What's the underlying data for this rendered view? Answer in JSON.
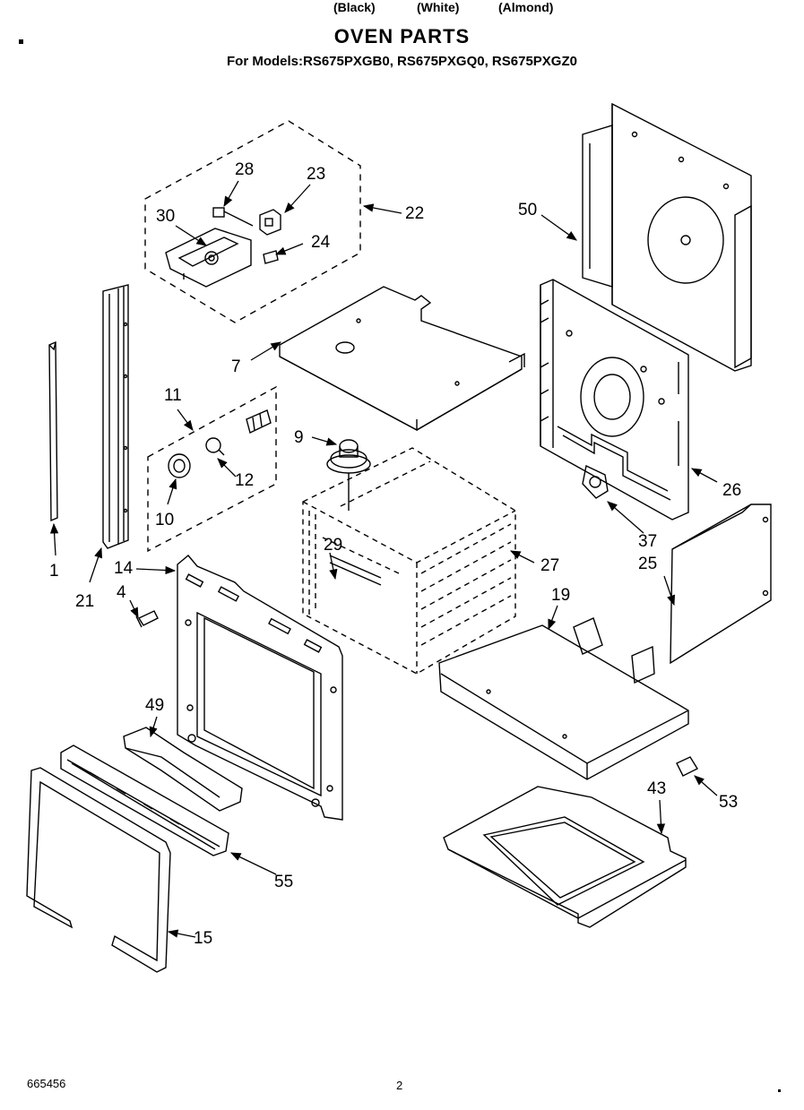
{
  "header": {
    "title": "OVEN PARTS",
    "models": "For Models:RS675PXGB0, RS675PXGQ0, RS675PXGZ0",
    "color_black": "(Black)",
    "color_white": "(White)",
    "color_almond": "(Almond)"
  },
  "callouts": {
    "c1": "1",
    "c4": "4",
    "c7": "7",
    "c9": "9",
    "c10": "10",
    "c11": "11",
    "c12": "12",
    "c14": "14",
    "c15": "15",
    "c19": "19",
    "c21": "21",
    "c22": "22",
    "c23": "23",
    "c24": "24",
    "c25": "25",
    "c26": "26",
    "c27": "27",
    "c28": "28",
    "c29": "29",
    "c30": "30",
    "c37": "37",
    "c43": "43",
    "c49": "49",
    "c50": "50",
    "c53": "53",
    "c55": "55"
  },
  "footer": {
    "doc_number": "665456",
    "page_number": "2"
  }
}
